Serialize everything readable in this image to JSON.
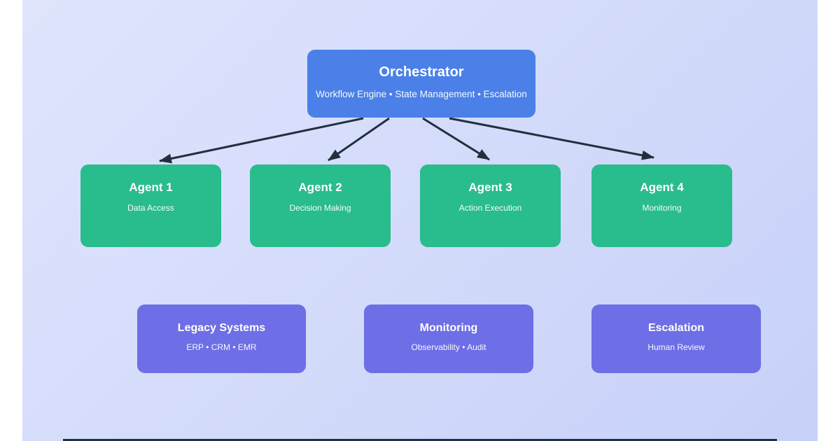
{
  "colors": {
    "bg1": "#e0e5fd",
    "bg2": "#c7d1f8",
    "blue": "#4a80e8",
    "green": "#29bc8d",
    "purple": "#6e6ee6",
    "arrow": "#222f3e"
  },
  "diagram": {
    "orchestrator": {
      "title": "Orchestrator",
      "subtitle": "Workflow Engine • State Management • Escalation"
    },
    "agents": [
      {
        "title": "Agent 1",
        "subtitle": "Data Access"
      },
      {
        "title": "Agent 2",
        "subtitle": "Decision Making"
      },
      {
        "title": "Agent 3",
        "subtitle": "Action Execution"
      },
      {
        "title": "Agent 4",
        "subtitle": "Monitoring"
      }
    ],
    "support": [
      {
        "title": "Legacy Systems",
        "subtitle": "ERP • CRM • EMR"
      },
      {
        "title": "Monitoring",
        "subtitle": "Observability • Audit"
      },
      {
        "title": "Escalation",
        "subtitle": "Human Review"
      }
    ]
  }
}
